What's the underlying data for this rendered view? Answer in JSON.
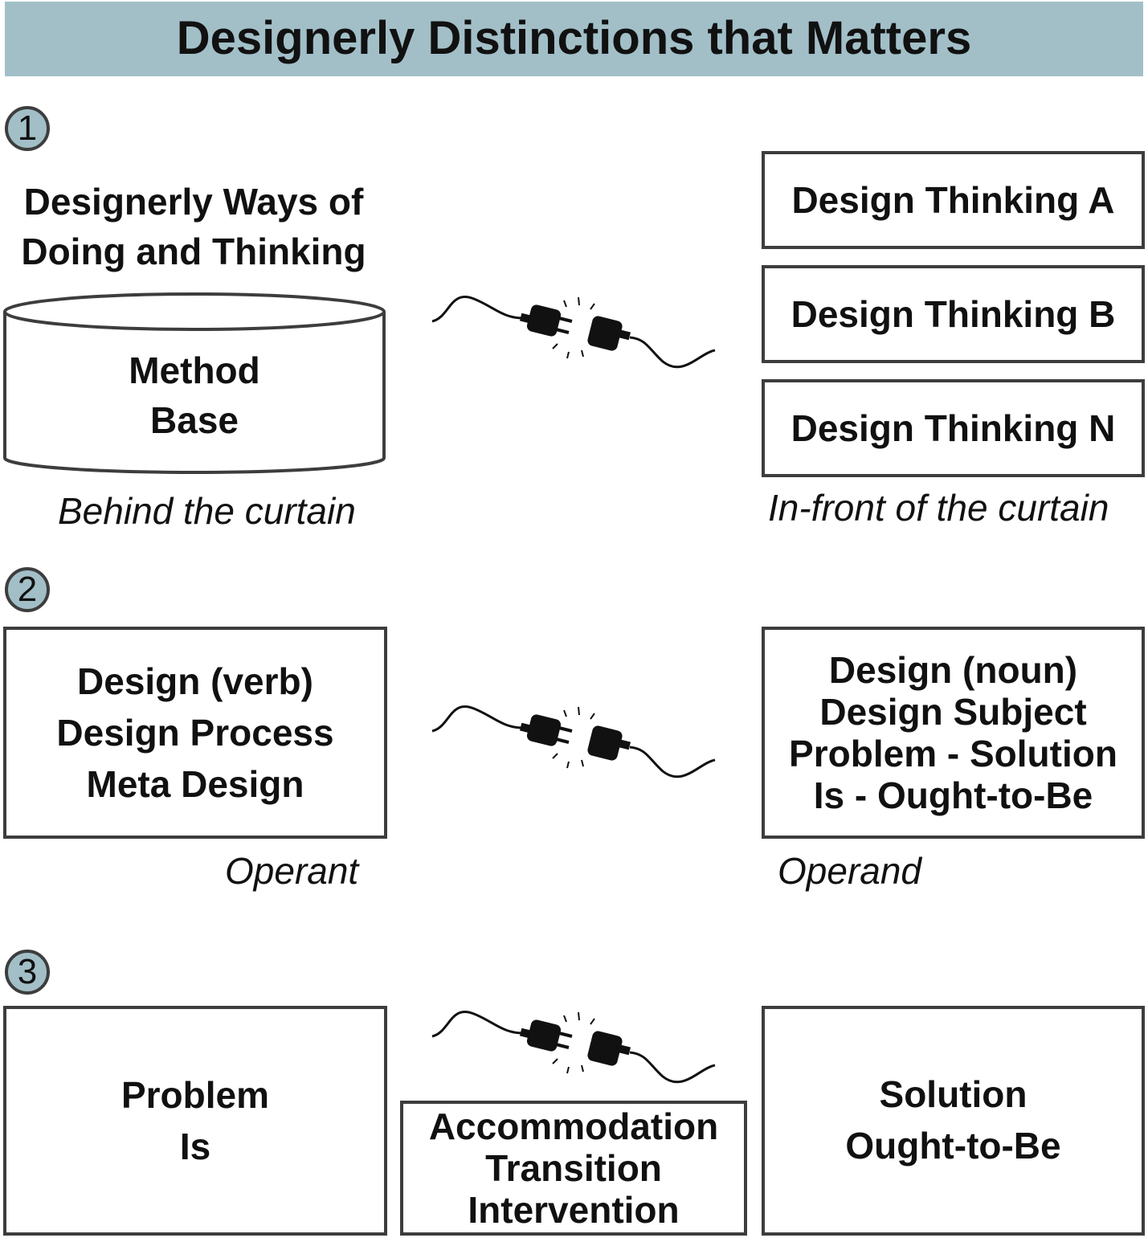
{
  "title": "Designerly Distinctions that Matters",
  "colors": {
    "banner": "#a2bfc8",
    "stroke": "#3d3d3d",
    "text": "#111111"
  },
  "section1": {
    "number": "1",
    "heading": [
      "Designerly Ways of",
      "Doing and Thinking"
    ],
    "cylinder": [
      "Method",
      "Base"
    ],
    "left_caption": "Behind the curtain",
    "boxes": [
      "Design Thinking A",
      "Design Thinking B",
      "Design Thinking N"
    ],
    "right_caption": "In-front of the curtain",
    "connector_icon": "plug-socket-icon"
  },
  "section2": {
    "number": "2",
    "left_box": [
      "Design (verb)",
      "Design Process",
      "Meta Design"
    ],
    "left_caption": "Operant",
    "right_box": [
      "Design (noun)",
      "Design Subject",
      "Problem - Solution",
      "Is - Ought-to-Be"
    ],
    "right_caption": "Operand",
    "connector_icon": "plug-socket-icon"
  },
  "section3": {
    "number": "3",
    "left_box": [
      "Problem",
      "Is"
    ],
    "middle_box": [
      "Accommodation",
      "Transition",
      "Intervention"
    ],
    "right_box": [
      "Solution",
      "Ought-to-Be"
    ],
    "connector_icon": "plug-socket-icon"
  }
}
